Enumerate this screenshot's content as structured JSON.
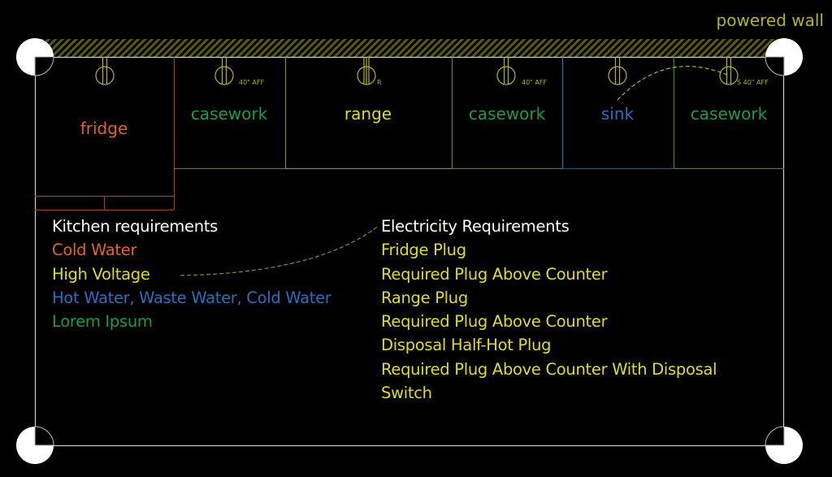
{
  "title_label": "powered wall",
  "colors": {
    "background": "#000000",
    "wall": "#b5b31e",
    "frame": "#cfcfcf",
    "fridge": "#e0642a",
    "fridge_line": "#a0421c",
    "casework": "#1f9a4a",
    "range": "#e0dc26",
    "sink": "#2a6fc0",
    "heading": "#ffffff",
    "plug": "#b5b31e"
  },
  "cabinets": [
    {
      "label": "fridge",
      "type": "fridge"
    },
    {
      "label": "casework",
      "type": "casework",
      "plug_note": "40\" AFF"
    },
    {
      "label": "range",
      "type": "range",
      "plug_note": "R"
    },
    {
      "label": "casework",
      "type": "casework",
      "plug_note": "40\" AFF"
    },
    {
      "label": "sink",
      "type": "sink"
    },
    {
      "label": "casework",
      "type": "casework",
      "plug_note": "S 40\" AFF"
    }
  ],
  "kitchen_requirements": {
    "heading": "Kitchen requirements",
    "items": [
      {
        "text": "Cold Water",
        "color": "#e0642a"
      },
      {
        "text": "High Voltage",
        "color": "#e0dc26"
      },
      {
        "text": "Hot Water, Waste Water, Cold Water",
        "color": "#2a6fc0"
      },
      {
        "text": "Lorem Ipsum",
        "color": "#1f9a4a"
      }
    ]
  },
  "electricity_requirements": {
    "heading": "Electricity Requirements",
    "items": [
      "Fridge Plug",
      "Required Plug Above Counter",
      "Range Plug",
      "Required Plug Above Counter",
      "Disposal Half-Hot Plug",
      "Required Plug Above Counter With Disposal",
      "Switch"
    ]
  }
}
